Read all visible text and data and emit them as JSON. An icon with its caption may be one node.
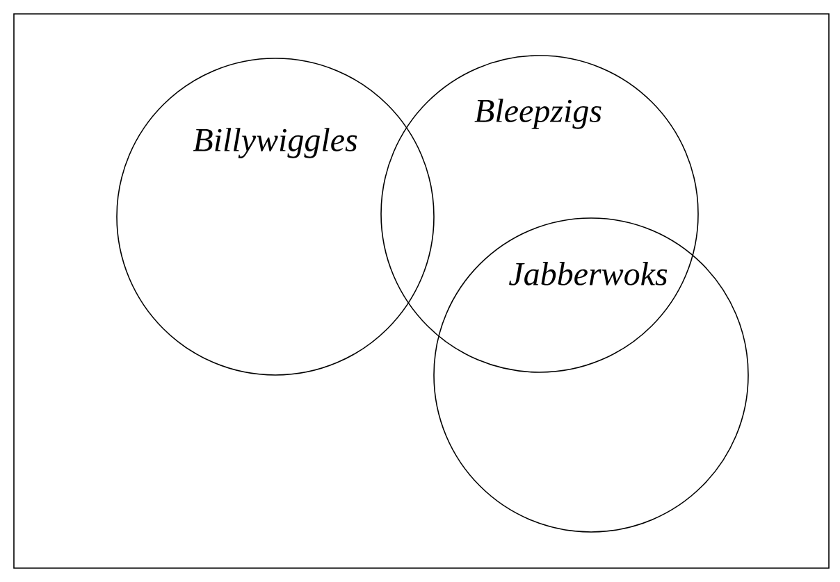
{
  "diagram": {
    "nodes": [
      {
        "text": [
          "Billywiggles"
        ]
      },
      {
        "text": [
          "Bleepzigs"
        ]
      },
      {
        "text": [
          "Jabberwoks"
        ]
      }
    ]
  }
}
